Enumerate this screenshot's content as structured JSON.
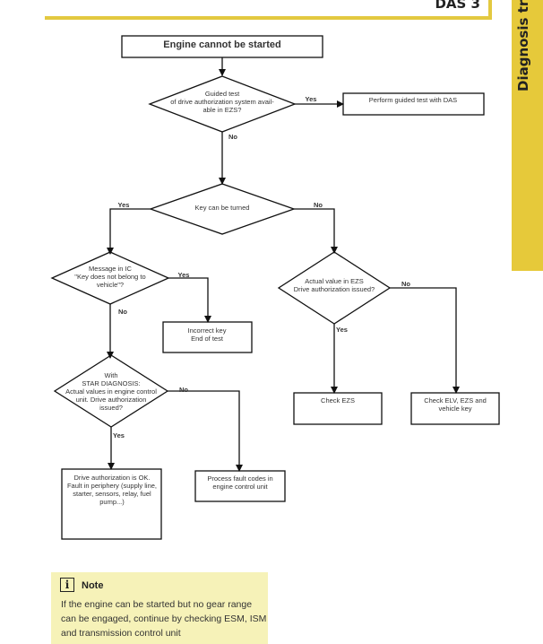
{
  "header": {
    "title": "DAS 3"
  },
  "side_tab": {
    "label": "Diagnosis tree"
  },
  "flowchart": {
    "start": "Engine cannot be started",
    "d1": [
      "Guided test",
      "of drive authorization system avail-",
      "able in EZS?"
    ],
    "d1_yes": "Yes",
    "d1_no": "No",
    "b_guided": "Perform guided test with DAS",
    "d2": "Key can be turned",
    "d2_yes": "Yes",
    "d2_no": "No",
    "d3": [
      "Message in IC",
      "\"Key does not belong to",
      "vehicle\"?"
    ],
    "d3_yes": "Yes",
    "d3_no": "No",
    "b_incorrect": [
      "Incorrect key",
      "End of test"
    ],
    "d4": [
      "Actual value in EZS",
      "Drive authorization issued?"
    ],
    "d4_yes": "Yes",
    "d4_no": "No",
    "b_check_ezs": "Check EZS",
    "b_check_elv": [
      "Check ELV, EZS and",
      "vehicle key"
    ],
    "d5": [
      "With",
      "STAR DIAGNOSIS:",
      "Actual values in engine control",
      "unit. Drive authorization",
      "issued?"
    ],
    "d5_yes": "Yes",
    "d5_no": "No",
    "b_drive_ok": [
      "Drive authorization is OK.",
      "Fault in periphery (supply line,",
      "starter, sensors, relay, fuel",
      "pump...)"
    ],
    "b_fault_codes": [
      "Process fault codes in",
      "engine control unit"
    ]
  },
  "note": {
    "icon": "info-icon",
    "icon_glyph": "i",
    "title": "Note",
    "text": "If the engine can be started but no gear range can be engaged, continue by checking ESM, ISM and transmission control unit"
  },
  "colors": {
    "accent": "#e6c93a",
    "note_bg": "#f6f2b8"
  }
}
